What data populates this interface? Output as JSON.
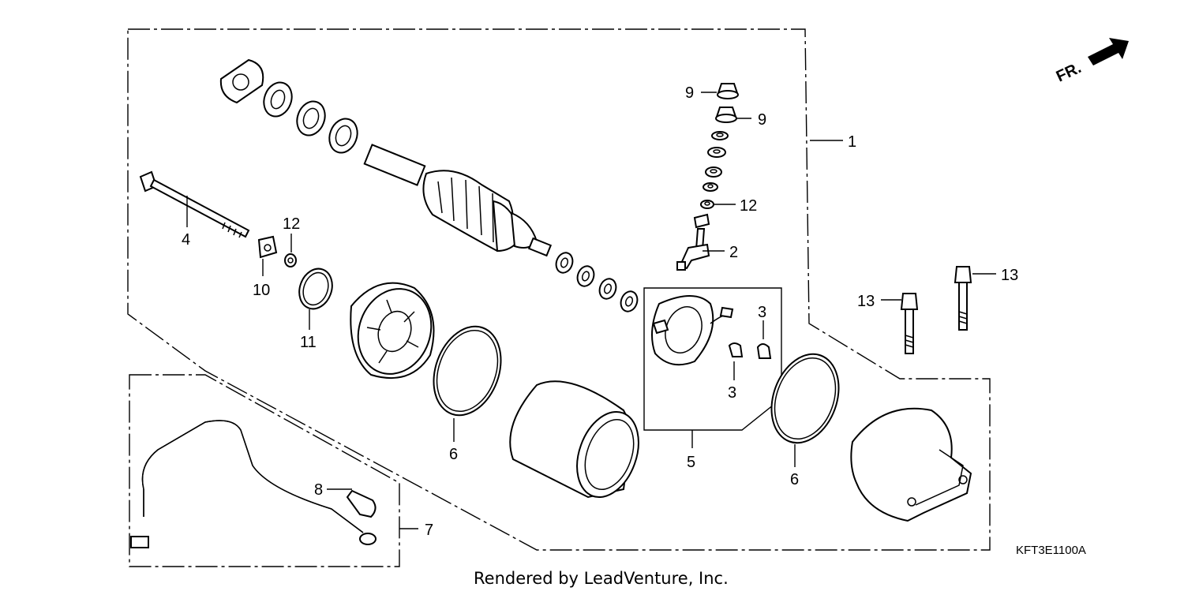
{
  "diagram": {
    "callouts": {
      "c1": "1",
      "c2": "2",
      "c3a": "3",
      "c3b": "3",
      "c4": "4",
      "c5": "5",
      "c6a": "6",
      "c6b": "6",
      "c7": "7",
      "c8": "8",
      "c9a": "9",
      "c9b": "9",
      "c10": "10",
      "c11": "11",
      "c12a": "12",
      "c12b": "12",
      "c13a": "13",
      "c13b": "13"
    },
    "direction_label": "FR.",
    "diagram_code": "KFT3E1100A",
    "credit": "Rendered by LeadVenture, Inc."
  }
}
